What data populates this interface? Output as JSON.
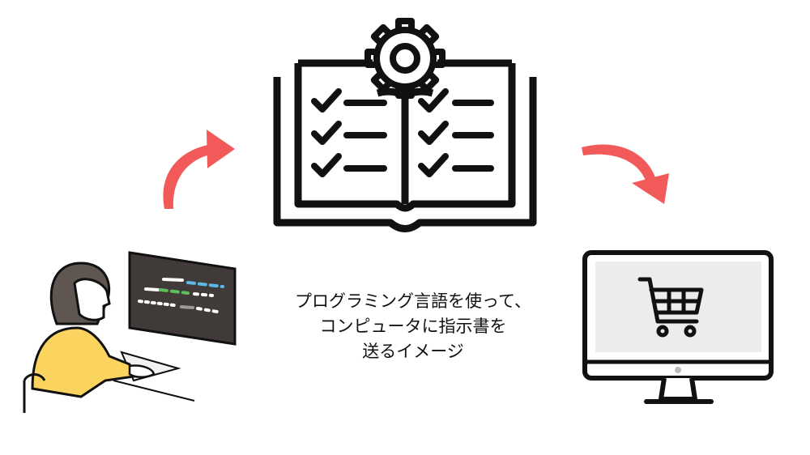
{
  "caption": {
    "line1": "プログラミング言語を使って、",
    "line2": "コンピュータに指示書を",
    "line3": "送るイメージ"
  },
  "colors": {
    "arrow": "#f25a5a",
    "outline": "#111111",
    "screen_dark": "#403a38",
    "sweater": "#fbd35f",
    "hair": "#5f5652",
    "monitor_screen": "#ececec",
    "code_blue": "#5cb8e6",
    "code_green": "#5cc15c",
    "code_gray": "#9a9a9a"
  },
  "icons": [
    "programmer-illustration",
    "arrow-up-right-icon",
    "book-checklist-gear-icon",
    "arrow-down-right-icon",
    "monitor-shopping-cart-icon"
  ]
}
